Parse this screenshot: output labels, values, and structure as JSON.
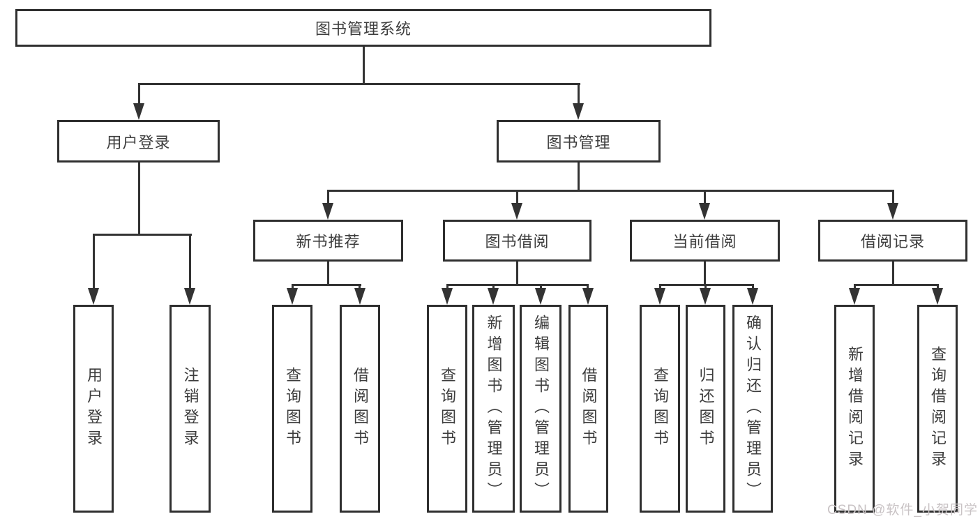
{
  "diagram": {
    "root": {
      "label": "图书管理系统"
    },
    "level1": [
      {
        "label": "用户登录",
        "children": [
          {
            "label": "用户登录"
          },
          {
            "label": "注销登录"
          }
        ]
      },
      {
        "label": "图书管理",
        "children": [
          {
            "label": "新书推荐",
            "children": [
              {
                "label": "查询图书"
              },
              {
                "label": "借阅图书"
              }
            ]
          },
          {
            "label": "图书借阅",
            "children": [
              {
                "label": "查询图书"
              },
              {
                "label": "新增图书（管理员）"
              },
              {
                "label": "编辑图书（管理员）"
              },
              {
                "label": "借阅图书"
              }
            ]
          },
          {
            "label": "当前借阅",
            "children": [
              {
                "label": "查询图书"
              },
              {
                "label": "归还图书"
              },
              {
                "label": "确认归还（管理员）"
              }
            ]
          },
          {
            "label": "借阅记录",
            "children": [
              {
                "label": "新增借阅记录"
              },
              {
                "label": "查询借阅记录"
              }
            ]
          }
        ]
      }
    ]
  },
  "watermark": {
    "text": "CSDN @软件_小贺同学"
  },
  "colors": {
    "line": "#333333",
    "box_border": "#2f2f2f",
    "text": "#3d3d3d",
    "watermark": "#c9c3c5",
    "background": "#ffffff"
  }
}
